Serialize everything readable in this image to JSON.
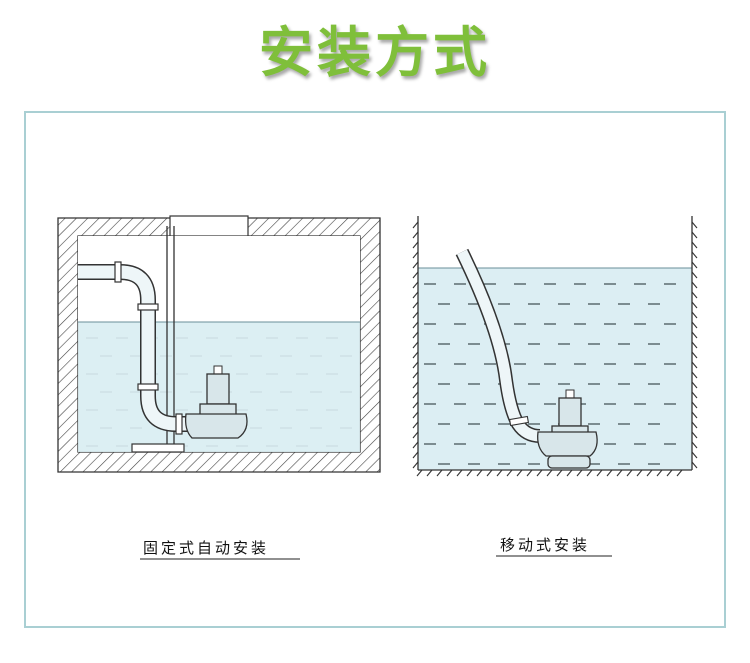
{
  "title": "安装方式",
  "captions": {
    "fixed": "固定式自动安装",
    "mobile": "移动式安装"
  },
  "colors": {
    "title_green": "#7fbf3a",
    "frame": "#a9cfd3",
    "water": "#dceef3",
    "line": "#333333"
  }
}
